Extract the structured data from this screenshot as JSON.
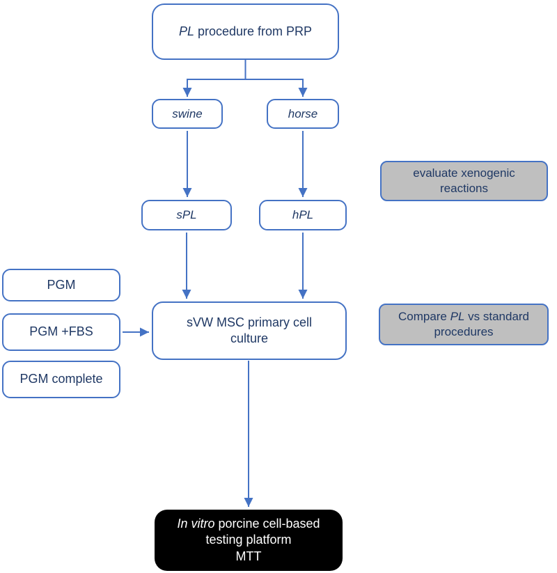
{
  "colors": {
    "accent_blue": "#4472C4",
    "text_navy": "#1F3864",
    "gray_fill": "#BFBFBF",
    "black_fill": "#000000",
    "background": "#FFFFFF",
    "platform_text": "#FFFFFF"
  },
  "nodes": {
    "prp": {
      "italic": "PL",
      "rest": " procedure from PRP"
    },
    "swine": {
      "label": "swine"
    },
    "horse": {
      "label": "horse"
    },
    "spl": {
      "label": "sPL"
    },
    "hpl": {
      "label": "hPL"
    },
    "evaluate": {
      "line1": "evaluate xenogenic",
      "line2": "reactions"
    },
    "pgm": {
      "label": "PGM"
    },
    "pgm_fbs": {
      "label": "PGM +FBS"
    },
    "pgm_complete": {
      "label": "PGM complete"
    },
    "culture": {
      "line1": "sVW MSC primary cell",
      "line2": "culture"
    },
    "compare": {
      "prefix": "Compare ",
      "italic": "PL",
      "suffix": " vs standard",
      "line2": "procedures"
    },
    "platform": {
      "line1_italic": "In vitro",
      "line1_rest": " porcine cell-based",
      "line2": "testing platform",
      "line3": "MTT"
    }
  }
}
